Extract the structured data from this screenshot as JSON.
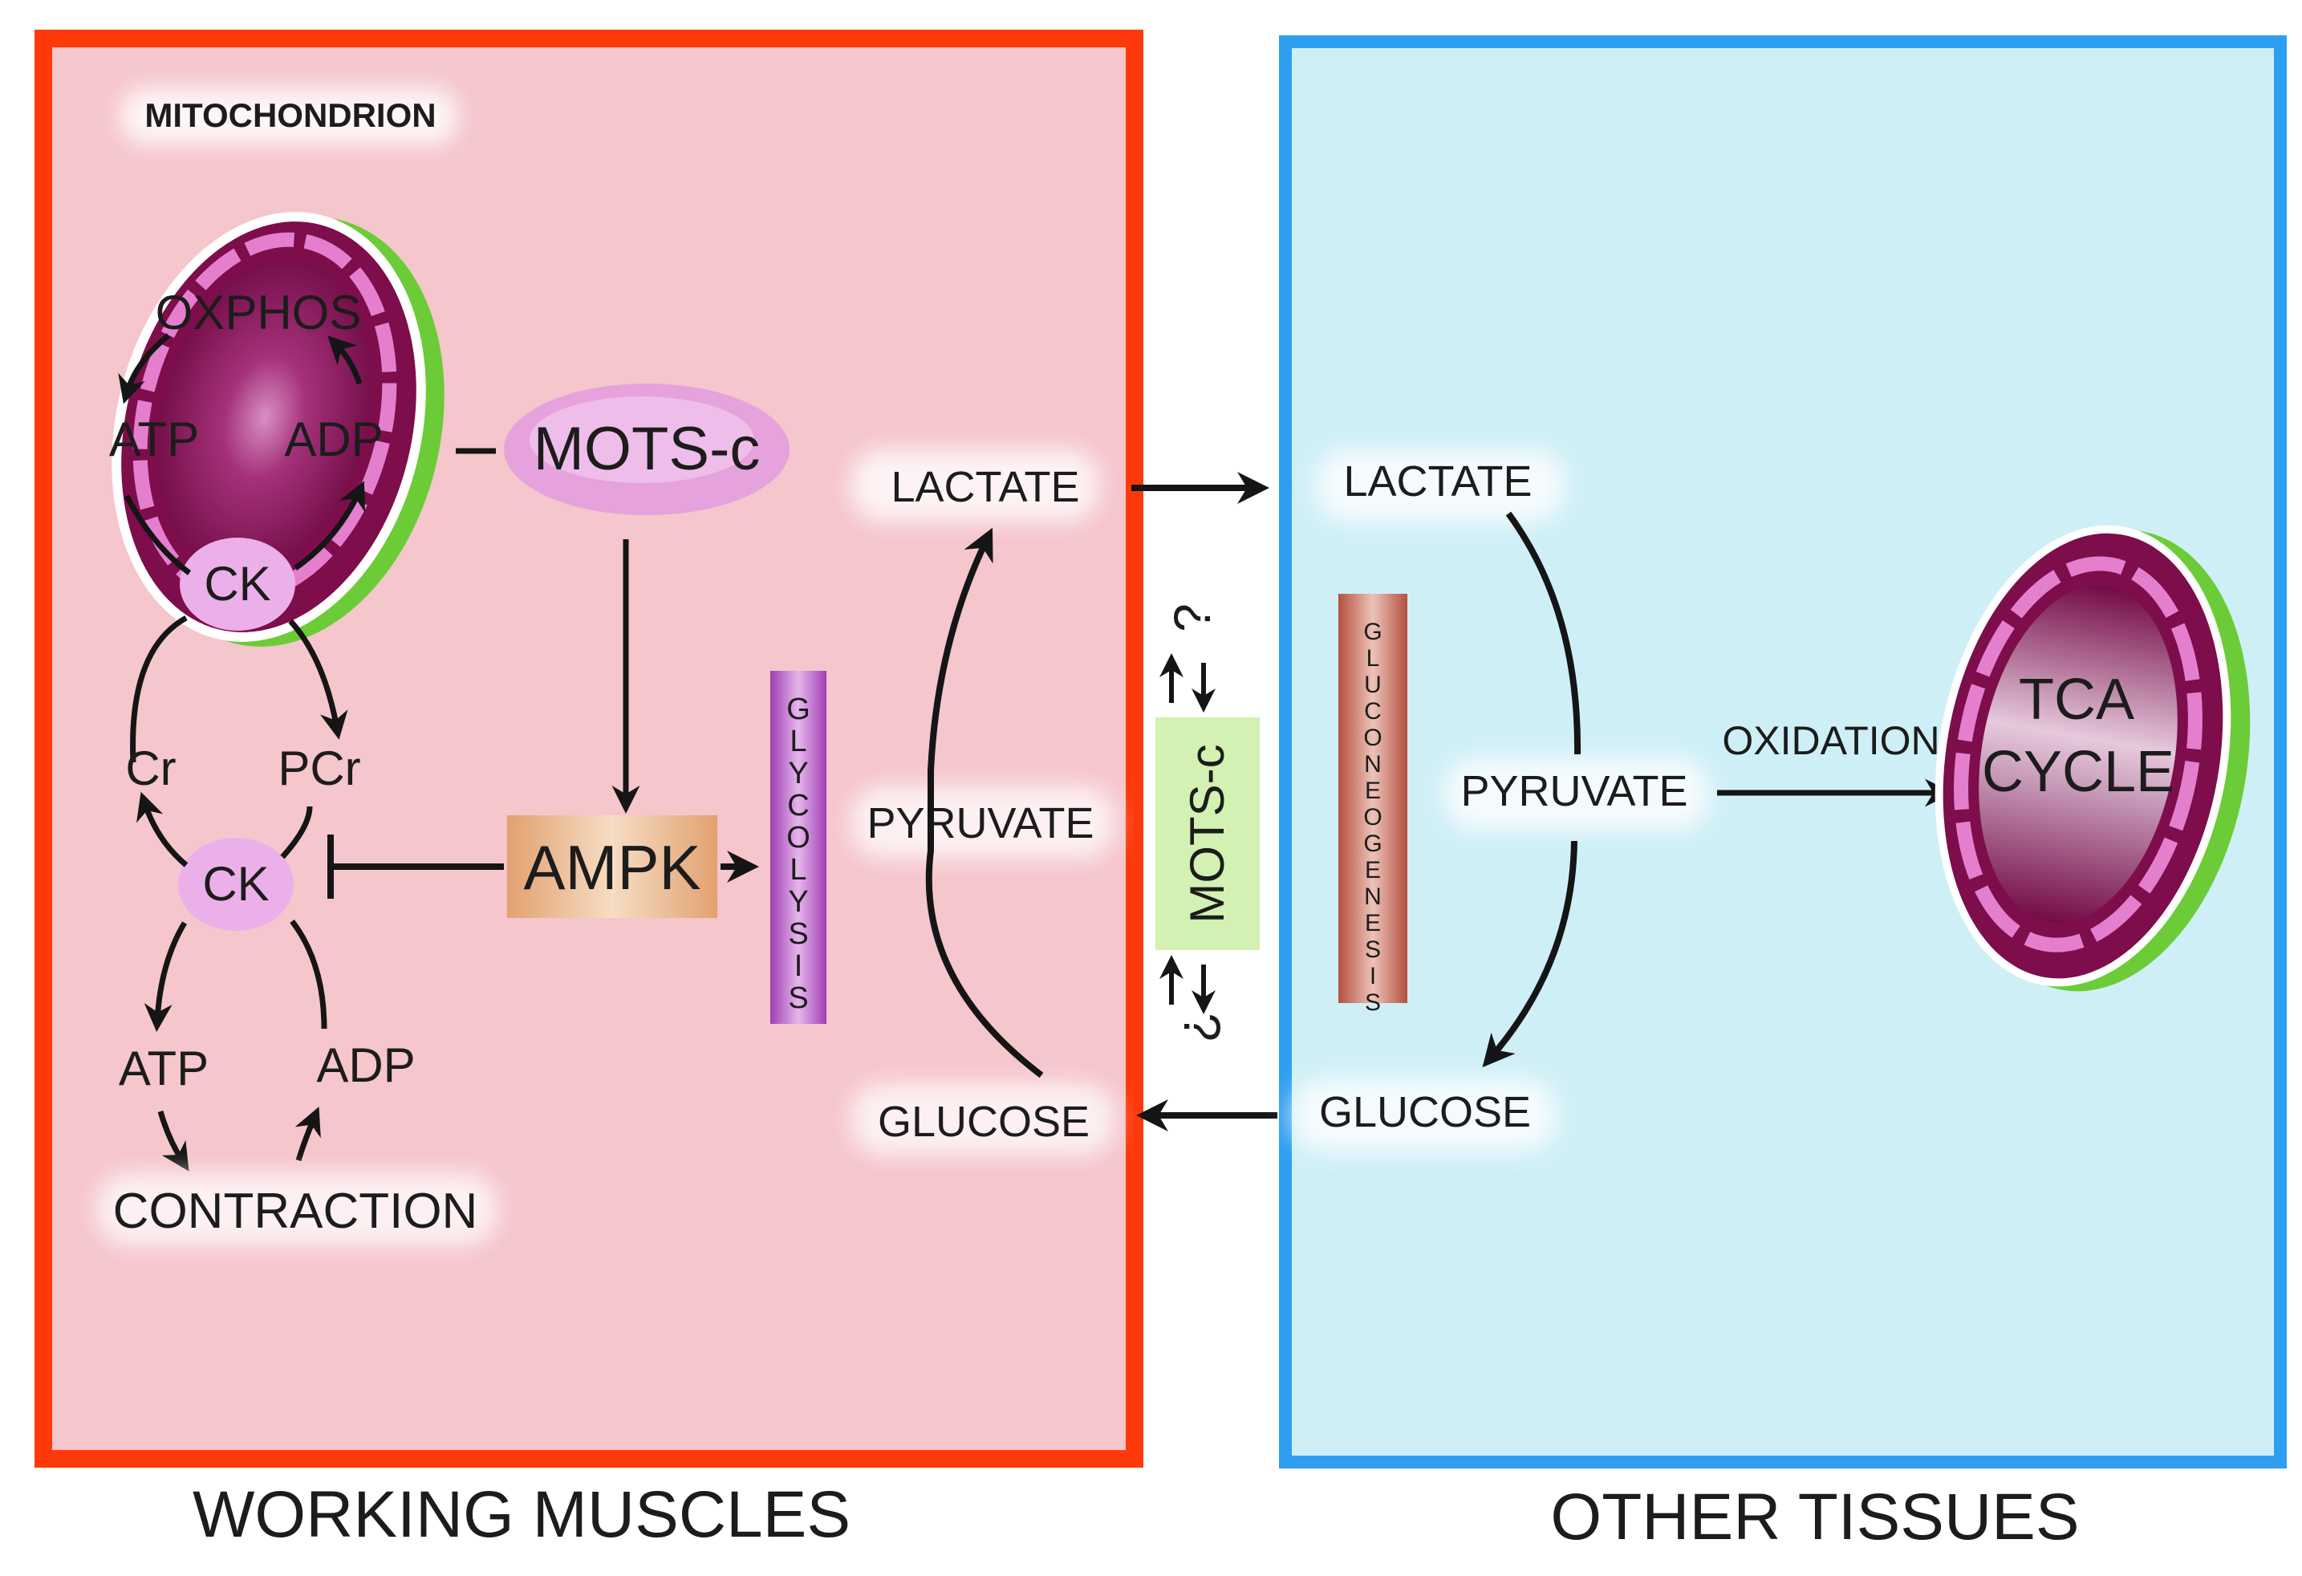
{
  "colors": {
    "muscle_fill": "#f5c6cc",
    "muscle_border": "#ff3a0a",
    "tissue_fill": "#cfeff7",
    "tissue_border": "#2e9ff0",
    "mito_dark": "#7e0d4c",
    "mito_pink": "#e47fce",
    "mito_green": "#6ccc37",
    "ck_fill": "#ebb0ea",
    "ampk_fill": "#e9b88e",
    "glycolysis_fill": "#c47fd0",
    "gluconeo_fill": "#c97a6c",
    "motsc_box_fill": "#d2f1b2"
  },
  "panels": {
    "muscle": {
      "caption": "WORKING MUSCLES"
    },
    "tissue": {
      "caption": "OTHER TISSUES"
    }
  },
  "muscle": {
    "mitochondrion_label": "MITOCHONDRION",
    "oxphos": "OXPHOS",
    "atp_top": "ATP",
    "adp_top": "ADP",
    "ck_top": "CK",
    "cr": "Cr",
    "pcr": "PCr",
    "ck_bottom": "CK",
    "atp_bottom": "ATP",
    "adp_bottom": "ADP",
    "contraction": "CONTRACTION",
    "motsc": "MOTS-c",
    "ampk": "AMPK",
    "glycolysis": "GLYCOLYSIS",
    "lactate": "LACTATE",
    "pyruvate": "PYRUVATE",
    "glucose": "GLUCOSE"
  },
  "center": {
    "motsc": "MOTS-c",
    "question_top": "?",
    "question_bottom": "?"
  },
  "tissue": {
    "lactate": "LACTATE",
    "pyruvate": "PYRUVATE",
    "glucose": "GLUCOSE",
    "gluconeogenesis": "GLUCONEOGENESIS",
    "oxidation": "OXIDATION",
    "tca": "TCA",
    "cycle": "CYCLE"
  }
}
